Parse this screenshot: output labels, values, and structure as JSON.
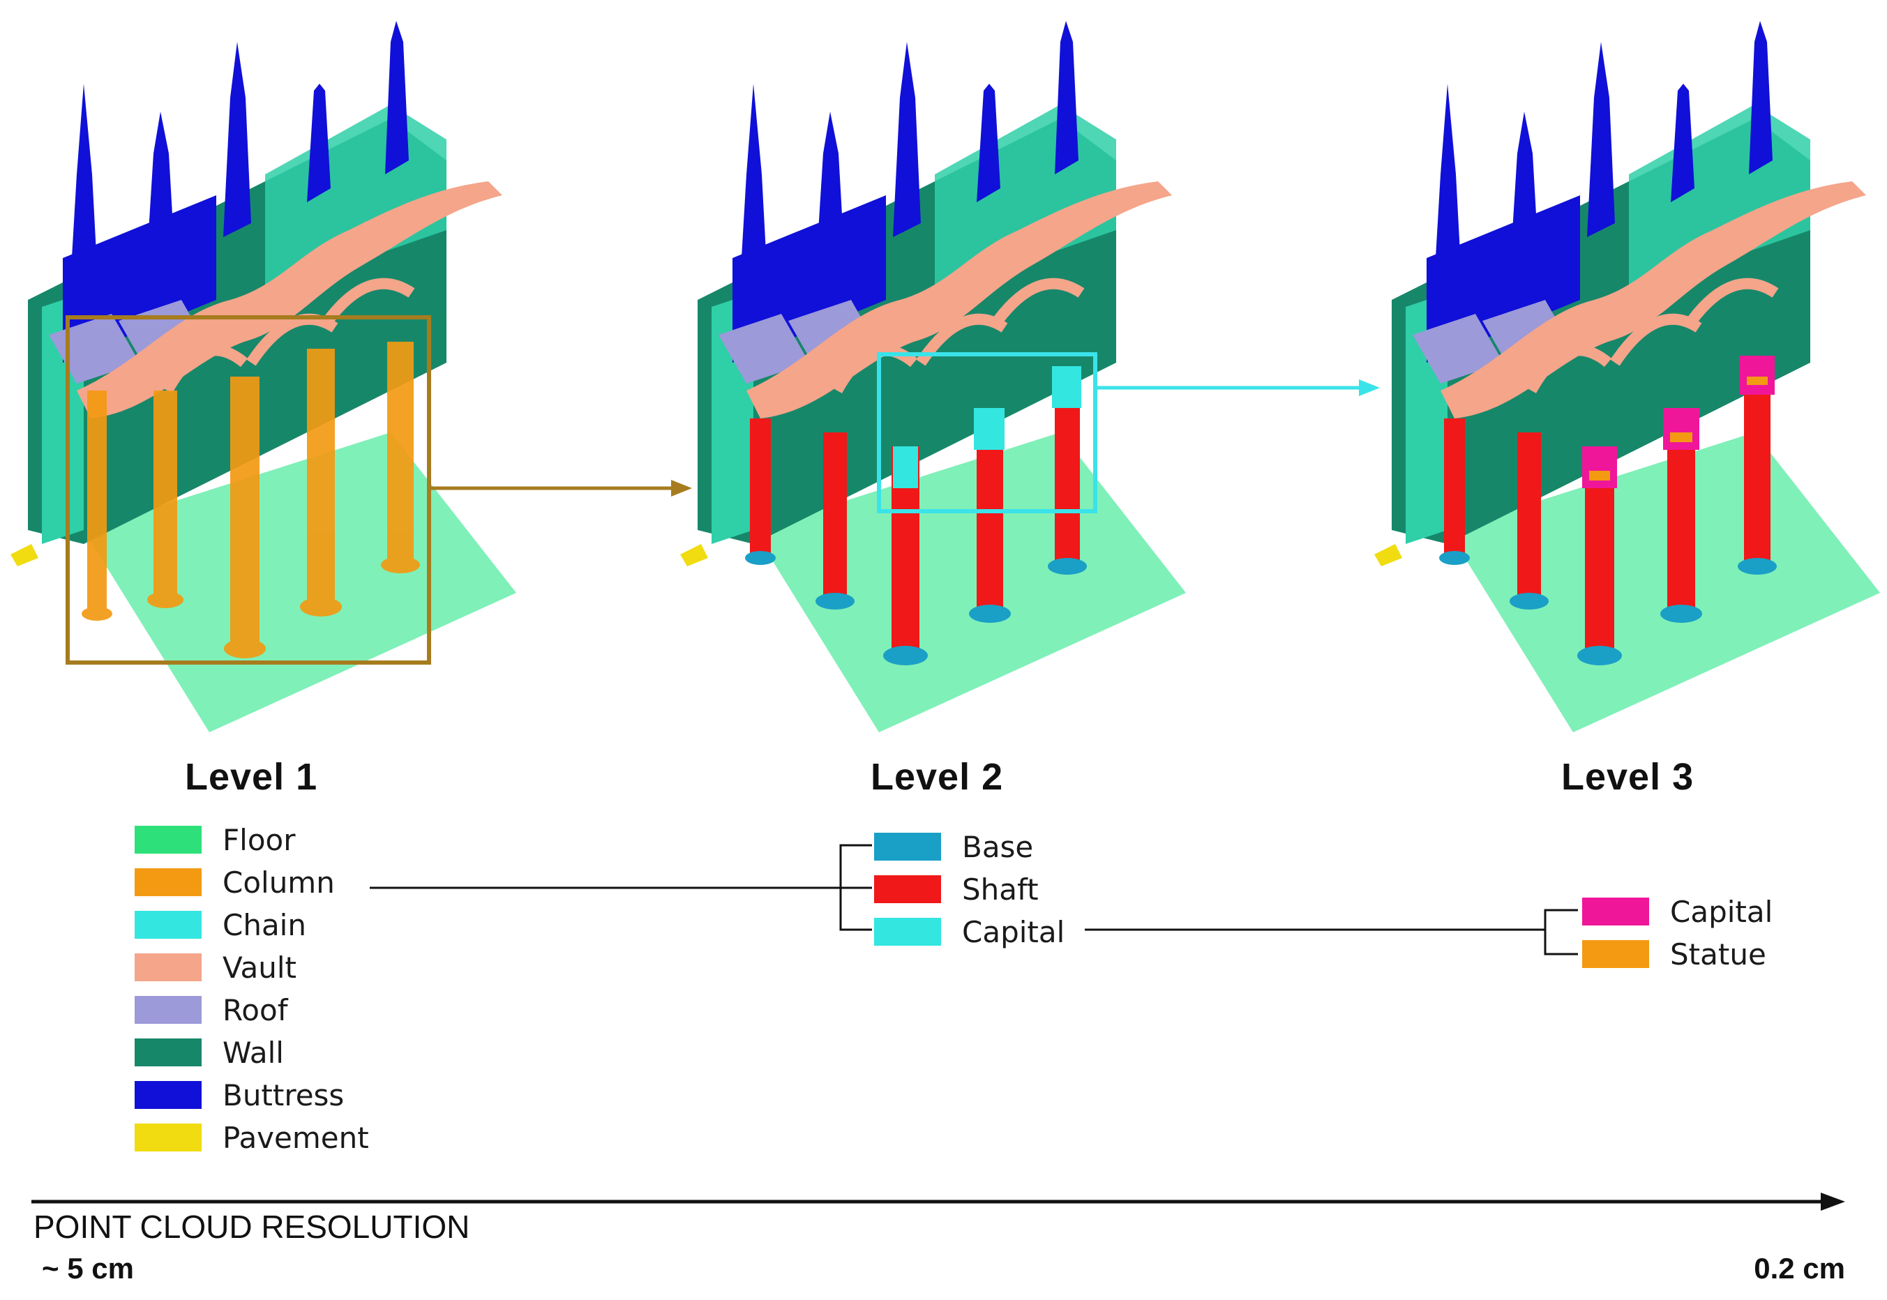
{
  "levels": [
    {
      "title": "Level 1",
      "legend": [
        {
          "label": "Floor",
          "color": "#2ee07a"
        },
        {
          "label": "Column",
          "color": "#f39a12"
        },
        {
          "label": "Chain",
          "color": "#33e6e0"
        },
        {
          "label": "Vault",
          "color": "#f4a58a"
        },
        {
          "label": "Roof",
          "color": "#9c9ad8"
        },
        {
          "label": "Wall",
          "color": "#17876a"
        },
        {
          "label": "Buttress",
          "color": "#1010d8"
        },
        {
          "label": "Pavement",
          "color": "#f0dc10"
        }
      ]
    },
    {
      "title": "Level 2",
      "legend": [
        {
          "label": "Base",
          "color": "#1a9fc7"
        },
        {
          "label": "Shaft",
          "color": "#f01818"
        },
        {
          "label": "Capital",
          "color": "#33e6e0"
        }
      ]
    },
    {
      "title": "Level 3",
      "legend": [
        {
          "label": "Capital",
          "color": "#f0169a"
        },
        {
          "label": "Statue",
          "color": "#f39a12"
        }
      ]
    }
  ],
  "axis": {
    "caption": "POINT CLOUD RESOLUTION",
    "start": "~ 5 cm",
    "end": "0.2 cm"
  },
  "colors": {
    "level1_box": "#a67c1e",
    "level2_box": "#3ae3ea",
    "level1_arrow": "#a67c1e",
    "level2_arrow": "#3ae3ea",
    "floor_fill": "#7ff0b8",
    "wall": "#17876a",
    "wall_light": "#2fcfa8",
    "buttress": "#1010d8",
    "vault": "#f4a58a",
    "roof": "#9c9ad8",
    "column_l1": "#f39a12",
    "shaft": "#f01818",
    "base": "#1a9fc7",
    "capital_l2": "#33e6e0",
    "capital_l3": "#f0169a",
    "statue": "#f39a12",
    "pavement": "#f0dc10"
  }
}
